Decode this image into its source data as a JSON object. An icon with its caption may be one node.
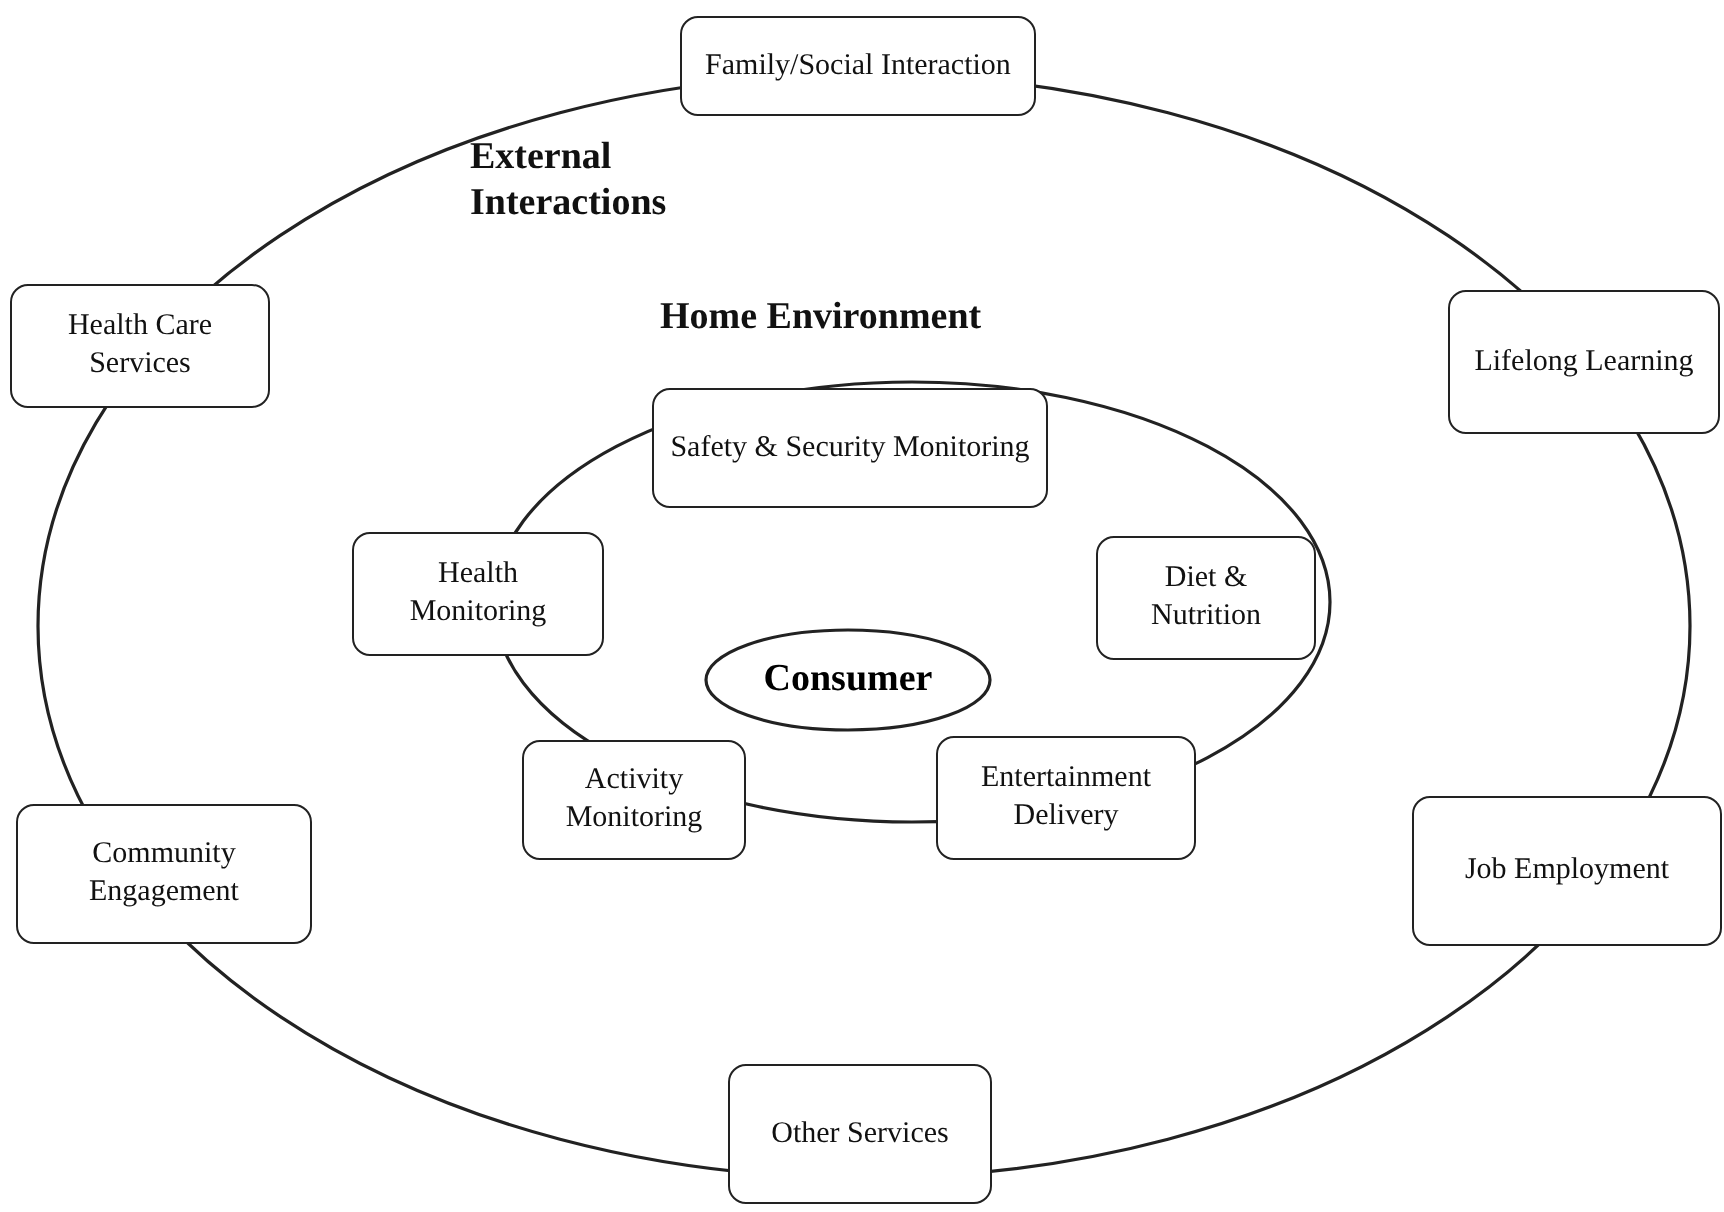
{
  "diagram": {
    "nodes": [
      {
        "text": [
          "External Interactions"
        ]
      },
      {
        "text": [
          "Family/Social Interaction"
        ]
      },
      {
        "text": [
          "Health Care Services"
        ]
      },
      {
        "text": [
          "Lifelong Learning"
        ]
      },
      {
        "text": [
          "Community Engagement"
        ]
      },
      {
        "text": [
          "Job Employment"
        ]
      },
      {
        "text": [
          "Other Services"
        ]
      },
      {
        "text": [
          "Home Environment"
        ],
        "in": 0
      },
      {
        "text": [
          "Safety & Security Monitoring"
        ],
        "in": 7
      },
      {
        "text": [
          "Health Monitoring"
        ],
        "in": 0
      },
      {
        "text": [
          "Consumer"
        ],
        "in": 7
      },
      {
        "text": [
          "Diet & Nutrition"
        ],
        "in": 7
      },
      {
        "text": [
          "Activity Monitoring"
        ],
        "in": 0
      },
      {
        "text": [
          "Entertainment Delivery"
        ],
        "in": 0
      }
    ]
  }
}
